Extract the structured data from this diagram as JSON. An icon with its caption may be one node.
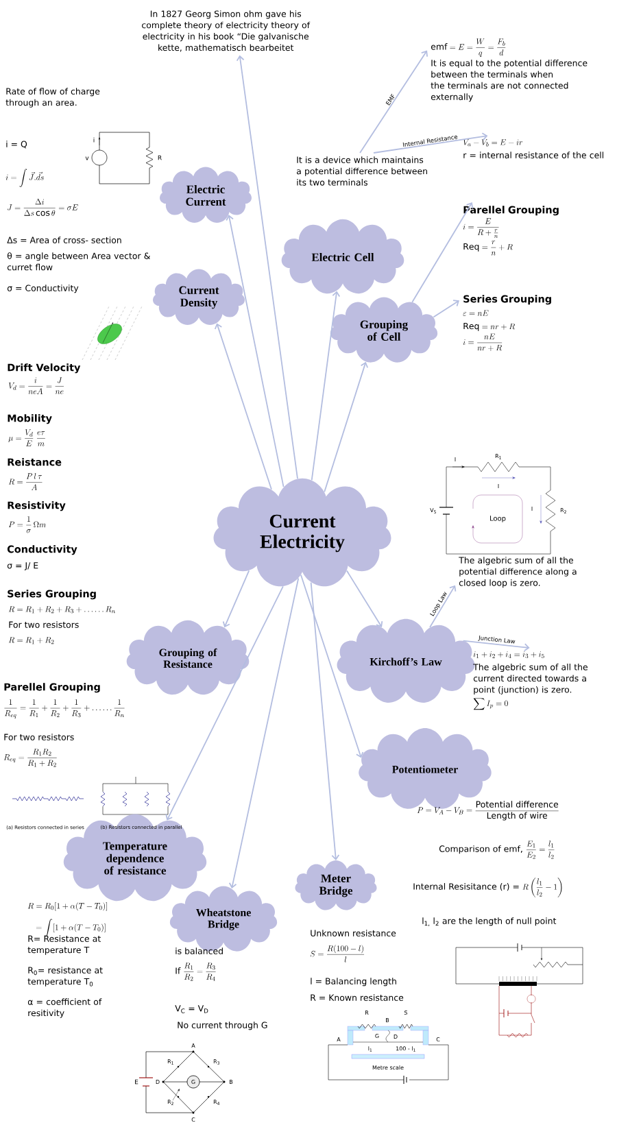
{
  "diagram": {
    "nodes": [
      {
        "text": [
          "Current Electricity"
        ]
      },
      {
        "text": [
          "Electric Current"
        ]
      },
      {
        "text": [
          "Current Density"
        ]
      },
      {
        "text": [
          "Electric Cell"
        ]
      },
      {
        "text": [
          "Grouping of Cell"
        ]
      },
      {
        "text": [
          "Grouping of Resistance"
        ]
      },
      {
        "text": [
          "Kirchoff’s Law"
        ]
      },
      {
        "text": [
          "Potentiometer"
        ]
      },
      {
        "text": [
          "Temperature dependence of resistance"
        ]
      },
      {
        "text": [
          "Wheatstone Bridge"
        ]
      },
      {
        "text": [
          "Meter Bridge"
        ]
      },
      {
        "text": [
          "In 1827 Georg Simon ohm gave his complete theory of electricity theory of electricity in his book “Die galvanische kette, mathematisch bearbeitet"
        ]
      },
      {
        "text": [
          "It is a device which maintains a potential difference between its two terminals"
        ]
      },
      {
        "text": [
          "\\mathrm{emf} = E = \\frac{W}{q} = \\frac{F_b}{d}",
          "It is equal to the potential difference between the terminals when the terminals are not connected externally"
        ]
      },
      {
        "text": [
          "V_a - V_b = E - ir",
          "r = internal resistance of the cell"
        ]
      },
      {
        "text": [
          "Parellel Grouping",
          "i = \\frac{E}{R + \\frac{r}{n}}",
          "\\mathrm{Req} = \\frac{r}{n} + R"
        ]
      },
      {
        "text": [
          "Series Grouping",
          "\\varepsilon = nE",
          "\\mathrm{Req} = nr + R",
          "i = \\frac{nE}{nr + R}"
        ]
      },
      {
        "text": [
          "The algebric sum of all the potential difference along a closed loop is zero."
        ]
      },
      {
        "text": [
          "i_1 + i_2 + i_4 = i_3 + i_5",
          "The algebric sum of all the current directed towards a point (junction) is zero.",
          "\\sum I_p = 0"
        ]
      }
    ],
    "edges": [
      {
        "from": 0,
        "to": 11,
        "arrow": "to"
      },
      {
        "from": 0,
        "to": 1,
        "arrow": "to"
      },
      {
        "from": 0,
        "to": 2,
        "arrow": "to"
      },
      {
        "from": 0,
        "to": 3,
        "arrow": "to"
      },
      {
        "from": 0,
        "to": 4,
        "arrow": "to"
      },
      {
        "from": 4,
        "to": 15,
        "arrow": "to"
      },
      {
        "from": 4,
        "to": 16,
        "arrow": "to"
      },
      {
        "from": 12,
        "to": 13,
        "arrow": "to",
        "label": "EMF"
      },
      {
        "from": 12,
        "to": 14,
        "arrow": "to",
        "label": "Internal Resistance"
      },
      {
        "from": 0,
        "to": 5,
        "arrow": "to"
      },
      {
        "from": 0,
        "to": 6,
        "arrow": "to"
      },
      {
        "from": 6,
        "to": 17,
        "arrow": "to",
        "label": "Loop Law"
      },
      {
        "from": 6,
        "to": 18,
        "arrow": "to",
        "label": "Junction Law"
      },
      {
        "from": 0,
        "to": 7,
        "arrow": "to"
      },
      {
        "from": 0,
        "to": 10,
        "arrow": "to"
      },
      {
        "from": 0,
        "to": 9,
        "arrow": "to"
      },
      {
        "from": 0,
        "to": 8,
        "arrow": "to"
      }
    ],
    "labels": [
      "Rate of flow of charge through an area.",
      "i = Q",
      "i = \\int \\vec{J}.\\vec{ds}",
      "i",
      "v",
      "R",
      "J = \\frac{\\Delta i}{\\Delta s \\cos\\theta} = \\sigma E",
      "Δs = Area of cross- section",
      "θ = angle between Area vector & curret flow",
      "σ = Conductivity",
      "Drift Velocity",
      "V_d = \\frac{i}{neA} = \\frac{J}{ne}",
      "Mobility",
      "\\mu = \\frac{V_d}{E}\\;\\frac{e\\tau}{m}",
      "Reistance",
      "R = \\frac{P\\,l\\,\\tau}{A}",
      "Resistivity",
      "P = \\frac{1}{\\sigma}\\,\\Omega m",
      "Conductivity",
      "σ = J/ E",
      "Series Grouping",
      "R = R_1+R_2+R_3+\\ldots\\ldots R_n",
      "For two resistors",
      "R = R_1+R_2",
      "Parellel Grouping",
      "\\frac{1}{R_{eq}} = \\frac{1}{R_1}+\\frac{1}{R_2}+\\frac{1}{R_3}+\\ldots\\ldots\\frac{1}{R_n}",
      "For two resistors",
      "R_{eq} = \\frac{R_1R_2}{R_1+R_2}",
      "(a) Resistors connected in series",
      "(b) Resistors connected in parallel",
      "R = R_0[1 + \\alpha (T - T_0)]",
      "= \\int[1 + \\alpha (T - T_0)]",
      "R= Resistance at temperature T",
      "R$_{0}$= resistance at temperature T$_{0}$",
      "α = coefficient of resitivity",
      "is balanced",
      "\\mathrm{If}\\ \\frac{R_1}{R_2} = \\frac{R_3}{R_4}",
      "V$_{C}$ = V$_{D}$",
      "No current through G",
      "A",
      "B",
      "C",
      "D",
      "E",
      "G",
      "R$_{1}$",
      "R$_{3}$",
      "R$_{2}$",
      "R$_{4}$",
      "Unknown resistance",
      "S = \\frac{R(100 - l)}{l}",
      "l = Balancing length",
      "R = Known resistance",
      "R",
      "B",
      "S",
      "A",
      "C",
      "G",
      "D",
      "l$_{1}$",
      "100 - l$_{1}$",
      "Metre scale",
      "P = V_A - V_B = \\frac{\\text{Potential difference}}{\\text{Length of wire}}",
      "\\text{Comparison of emf, } \\frac{E_1}{E_2} = \\frac{l_1}{l_2}",
      "\\text{Internal Resisitance (r) = } R\\left(\\frac{l_1}{l_2} - 1\\right)",
      "l$_{1,}$ l$_{2}$ are the length of null point",
      "I",
      "R$_{1}$",
      "I",
      "V$_{S}$",
      "Loop",
      "I",
      "R$_{2}$"
    ]
  }
}
